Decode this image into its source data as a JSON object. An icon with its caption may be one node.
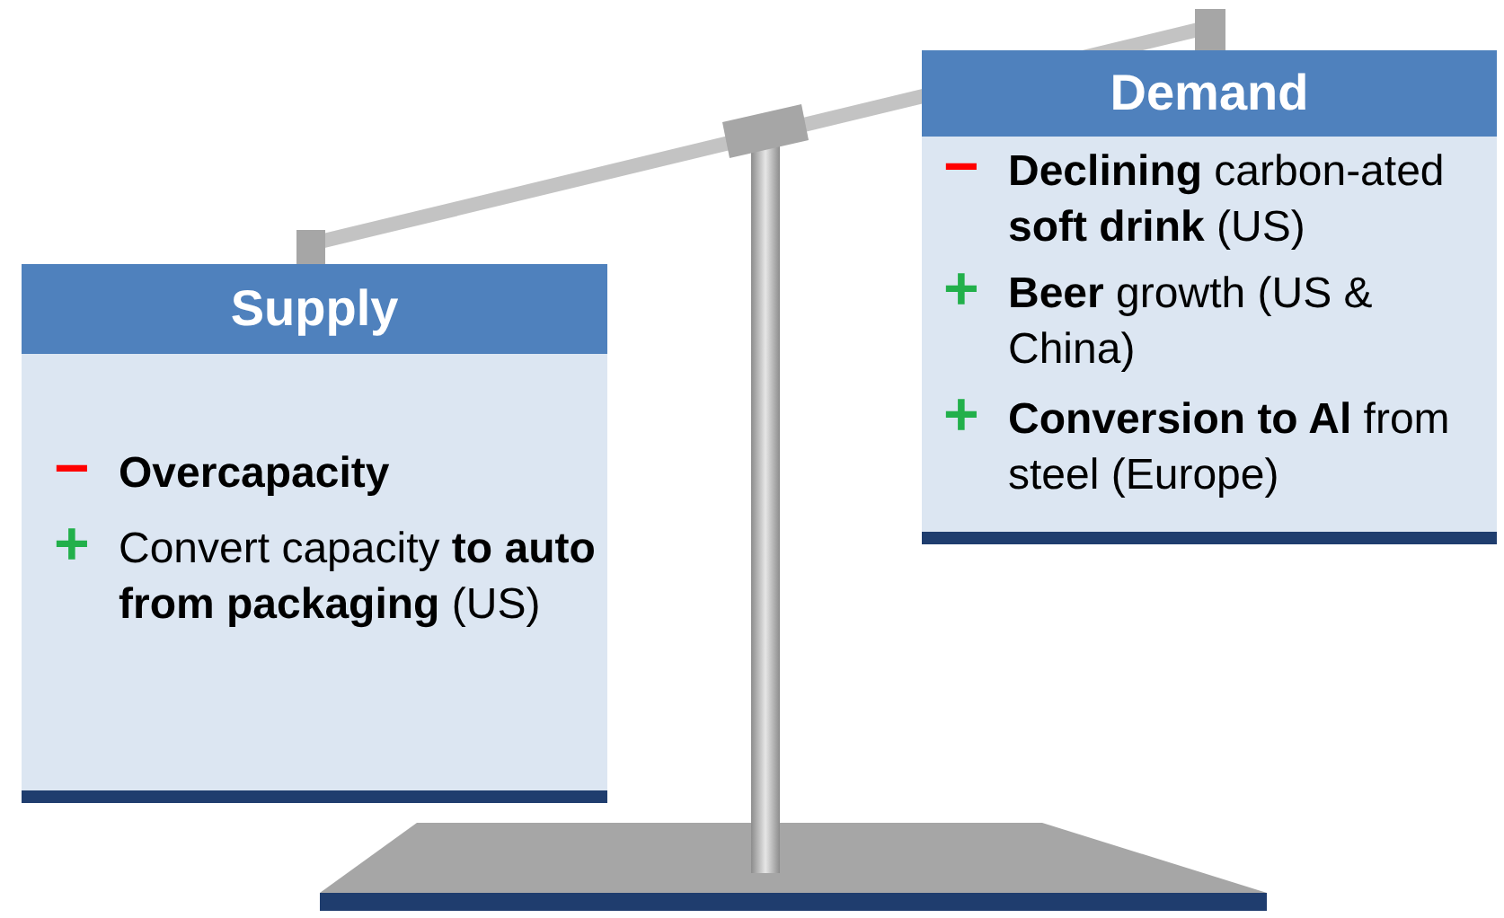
{
  "diagram": {
    "nodes": [
      {
        "text": [
          "Supply"
        ]
      },
      {
        "text": [
          "−",
          "**Overcapacity**"
        ],
        "in": 0
      },
      {
        "text": [
          "+",
          "Convert capacity **to auto from packaging** (US)"
        ],
        "in": 0
      },
      {
        "text": [
          "Demand"
        ]
      },
      {
        "text": [
          "−",
          "**Declining** carbon-ated **soft drink** (US)"
        ],
        "in": 3
      },
      {
        "text": [
          "+",
          "**Beer** growth (US & China)"
        ],
        "in": 3
      },
      {
        "text": [
          "+",
          "**Conversion to Al** from steel (Europe)"
        ],
        "in": 3
      }
    ],
    "edges": []
  }
}
